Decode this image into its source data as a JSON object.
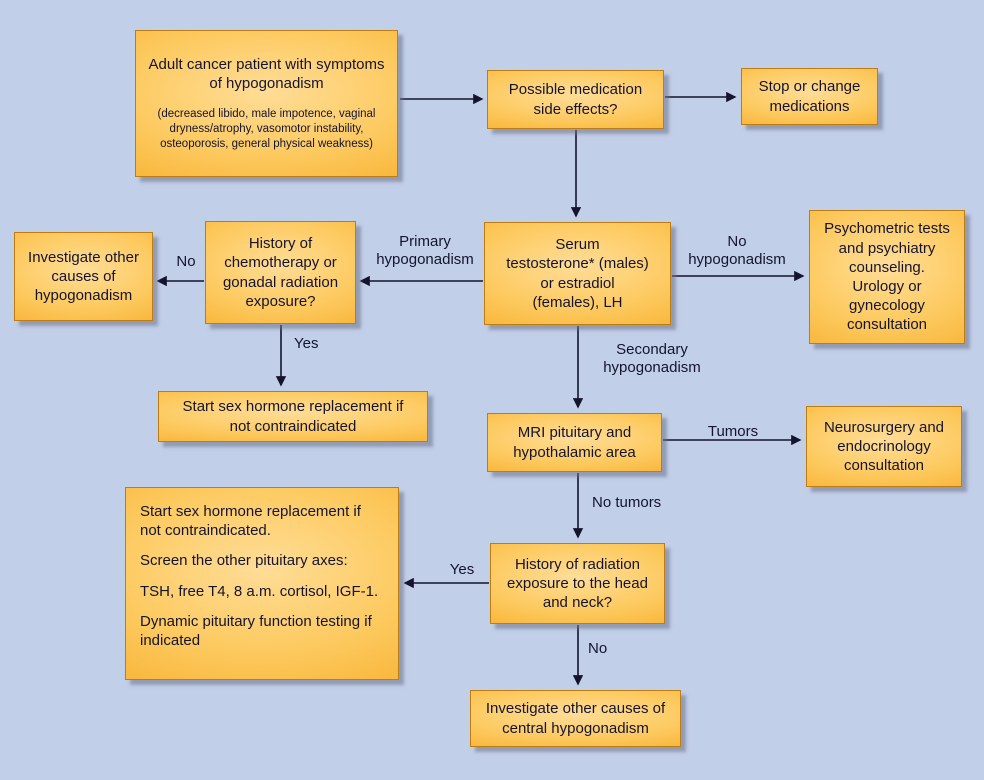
{
  "diagram": {
    "description": "Flowchart: evaluation of hypogonadism in adult cancer patients",
    "colors": {
      "background": "#c2cfe9",
      "box_gradient_light": "#ffdd97",
      "box_gradient_dark": "#f5a71e",
      "box_border": "#bd7d15",
      "text": "#14142e",
      "arrow": "#14142e",
      "shadow": "rgba(108,114,138,0.55)"
    },
    "nodes": {
      "patient": {
        "title": "Adult cancer patient with symptoms of hypogonadism",
        "subtitle": "(decreased libido, male impotence, vaginal dryness/atrophy, vasomotor instability, osteoporosis, general physical weakness)"
      },
      "medication": {
        "text": "Possible medication side effects?"
      },
      "stop_change": {
        "text": "Stop or change medications"
      },
      "serum": {
        "text": "Serum\ntestosterone* (males)\nor estradiol\n(females), LH"
      },
      "chemo_history": {
        "text": "History of chemotherapy or gonadal radiation exposure?"
      },
      "investigate_other": {
        "text": "Investigate other causes of hypogonadism"
      },
      "psychometric": {
        "text": "Psychometric tests and psychiatry counseling. Urology or gynecology consultation"
      },
      "start_hormone": {
        "text": "Start sex hormone replacement if not contraindicated"
      },
      "mri": {
        "text": "MRI pituitary and hypothalamic area"
      },
      "neurosurgery": {
        "text": "Neurosurgery and endocrinology consultation"
      },
      "pituitary_screen": {
        "lines": [
          "Start sex hormone replacement if not contraindicated.",
          "Screen the other pituitary axes:",
          "TSH, free T4, 8 a.m. cortisol, IGF-1.",
          "Dynamic pituitary function testing if indicated"
        ]
      },
      "radiation_history": {
        "text": "History of radiation exposure to the head and neck?"
      },
      "investigate_central": {
        "text": "Investigate other causes of central hypogonadism"
      }
    },
    "labels": {
      "primary": "Primary\nhypogonadism",
      "no_chemo": "No",
      "no_hypogonadism": "No\nhypogonadism",
      "yes_chemo": "Yes",
      "secondary": "Secondary\nhypogonadism",
      "tumors": "Tumors",
      "no_tumors": "No tumors",
      "yes_radiation": "Yes",
      "no_radiation": "No"
    }
  }
}
